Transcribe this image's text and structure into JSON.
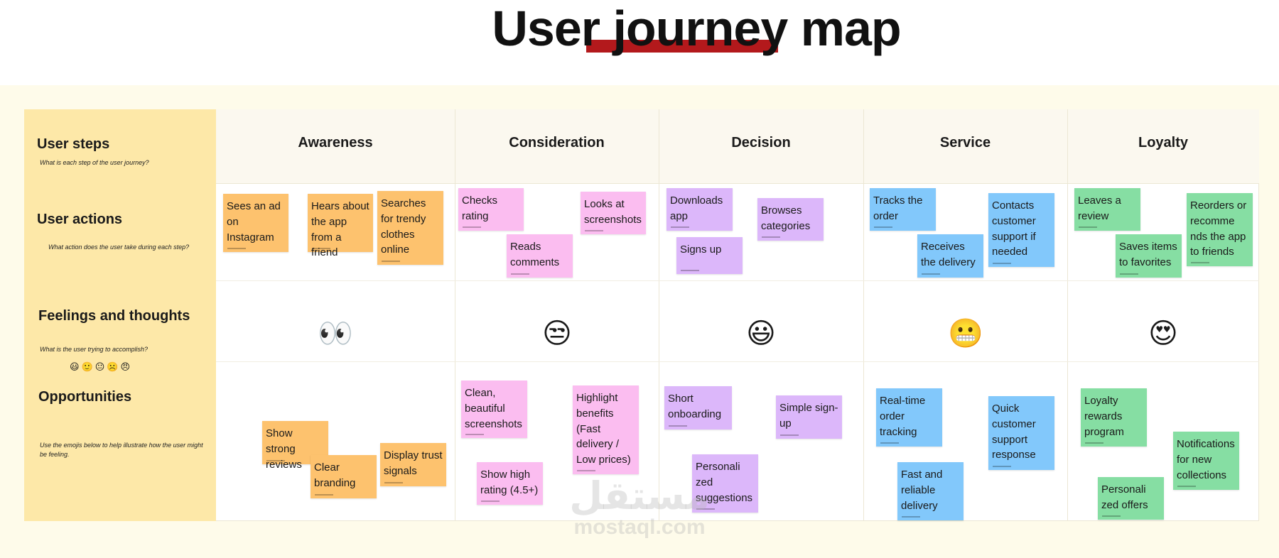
{
  "page_title": "User journey map",
  "rows": {
    "steps": {
      "title": "User steps",
      "hint": "What is each step of the user journey?"
    },
    "actions": {
      "title": "User actions",
      "hint": "What action does the user take during each step?"
    },
    "feelings": {
      "title": "Feelings and thoughts",
      "hint": "What is the user trying to accomplish?",
      "emoji_scale": "😃🙂😐☹️😠"
    },
    "opportunities": {
      "title": "Opportunities",
      "hint": "Use the emojis below to help illustrate how the user might be feeling."
    }
  },
  "stages": [
    "Awareness",
    "Consideration",
    "Decision",
    "Service",
    "Loyalty"
  ],
  "feelings_emojis": [
    "👀",
    "😒",
    "😃",
    "😬",
    "😍"
  ],
  "actions": {
    "awareness": [
      "Sees an ad on Instagram",
      "Hears about the app from a friend",
      "Searches for trendy clothes online"
    ],
    "consideration": [
      "Checks rating",
      "Looks at screenshots",
      "Reads comments"
    ],
    "decision": [
      "Downloads app",
      "Browses categories",
      "Signs up"
    ],
    "service": [
      "Tracks the order",
      "Contacts customer support if needed",
      "Receives the delivery"
    ],
    "loyalty": [
      "Leaves a review",
      "Reorders or recomme nds the app to friends",
      "Saves items to favorites"
    ]
  },
  "opportunities": {
    "awareness": [
      "Show strong reviews",
      "Clear branding",
      "Display trust signals"
    ],
    "consideration": [
      "Clean, beautiful screenshots",
      "Highlight benefits (Fast delivery / Low prices)",
      "Show high rating (4.5+)"
    ],
    "decision": [
      "Short onboarding",
      "Simple sign-up",
      "Personali zed suggestions"
    ],
    "service": [
      "Real-time order tracking",
      "Quick customer support response",
      "Fast and reliable delivery"
    ],
    "loyalty": [
      "Loyalty rewards program",
      "Notifications for new collections",
      "Personali zed offers"
    ]
  },
  "watermark": {
    "arabic": "مستقل",
    "latin": "mostaql.com"
  },
  "colors": {
    "accent_underline": "#b3191c",
    "left_column": "#fde8a8",
    "awareness_note": "#fdc26e",
    "consideration_note": "#fbbdf0",
    "decision_note": "#dcb7fa",
    "service_note": "#82c8fb",
    "loyalty_note": "#86dea3"
  }
}
